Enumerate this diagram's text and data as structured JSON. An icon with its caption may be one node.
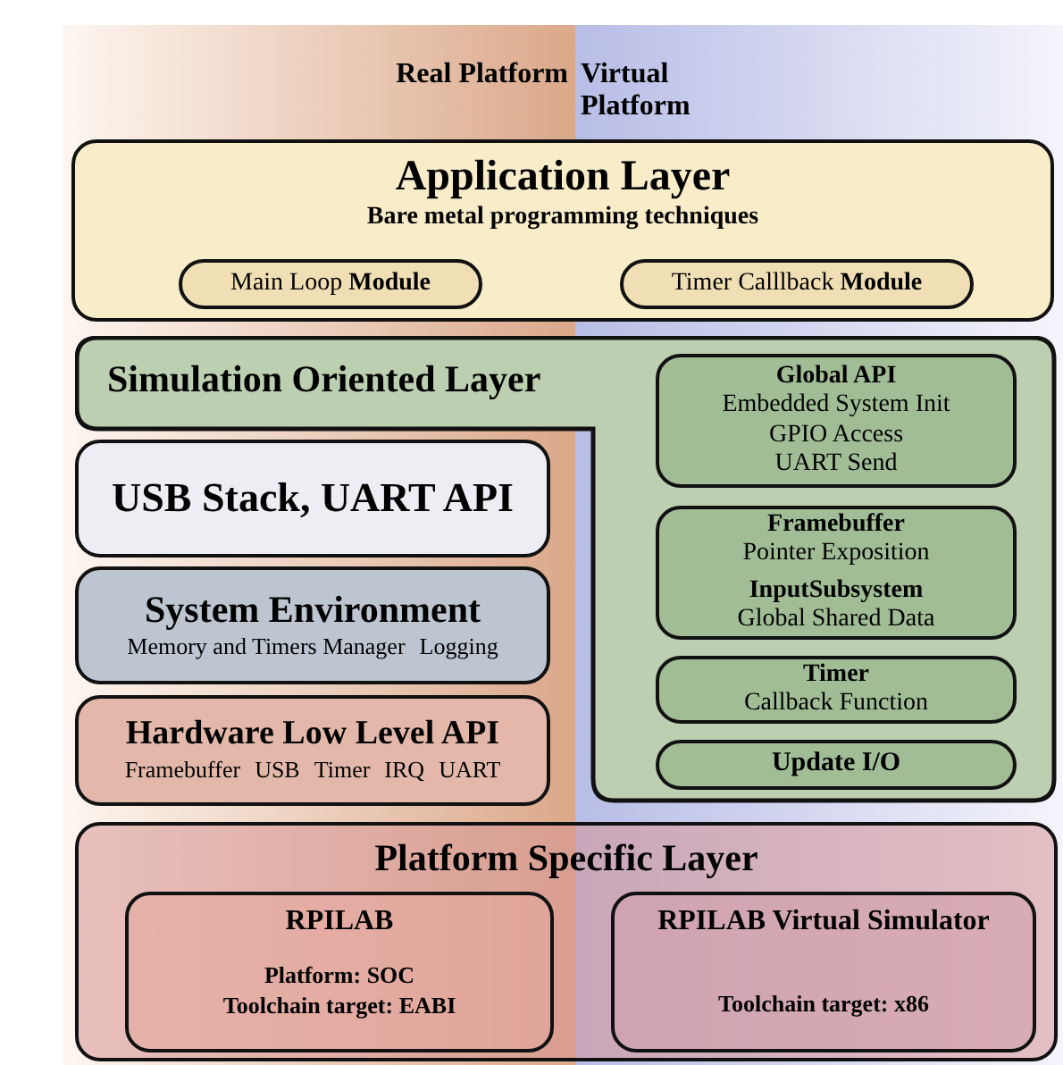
{
  "diagram": {
    "nodes": [
      {
        "text": [
          "Application Layer",
          "Bare metal programming techniques"
        ]
      },
      {
        "text": [
          "Main Loop **Module**"
        ],
        "in": 0
      },
      {
        "text": [
          "Timer Calllback **Module**"
        ],
        "in": 0
      },
      {
        "text": [
          "Simulation Oriented Layer"
        ]
      },
      {
        "text": [
          "Global API",
          "Embedded System Init",
          "GPIO Access",
          "UART Send"
        ],
        "in": 3
      },
      {
        "text": [
          "Framebuffer",
          "Pointer Exposition",
          "InputSubsystem",
          "Global Shared Data"
        ],
        "in": 3
      },
      {
        "text": [
          "Timer",
          "Callback Function"
        ],
        "in": 3
      },
      {
        "text": [
          "Update I/O"
        ],
        "in": 3
      },
      {
        "text": [
          "USB Stack, UART API"
        ]
      },
      {
        "text": [
          "System Environment",
          "Memory and Timers Manager",
          "Logging"
        ]
      },
      {
        "text": [
          "Hardware Low Level API",
          "Framebuffer",
          "USB",
          "Timer",
          "IRQ",
          "UART"
        ]
      },
      {
        "text": [
          "Platform Specific Layer"
        ]
      },
      {
        "text": [
          "RPILAB",
          "Platform: SOC",
          "Toolchain target: EABI"
        ],
        "in": 11
      },
      {
        "text": [
          "RPILAB  Virtual Simulator",
          "Toolchain target: x86"
        ],
        "in": 11
      }
    ],
    "edges": [],
    "labels": [
      "Real Platform",
      "Virtual Platform"
    ]
  }
}
